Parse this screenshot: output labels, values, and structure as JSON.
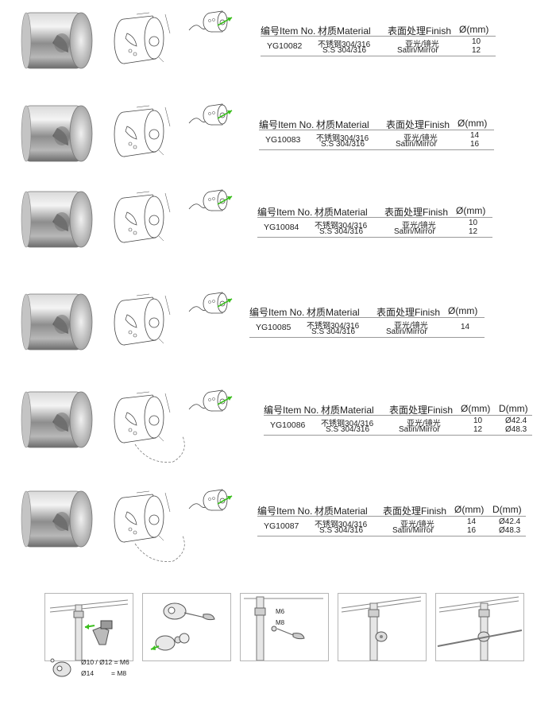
{
  "headers": {
    "item": "编号Item No.",
    "material": "材质Material",
    "finish": "表面处理Finish",
    "diameter": "Ø(mm)",
    "d": "D(mm)"
  },
  "products": [
    {
      "item": "YG10082",
      "mat_cn": "不锈钢304/316",
      "mat_en": "S.S 304/316",
      "fin_cn": "亚光/镜光",
      "fin_en": "Satin/Mirror",
      "dia1": "10",
      "dia2": "12"
    },
    {
      "item": "YG10083",
      "mat_cn": "不锈钢304/316",
      "mat_en": "S.S 304/316",
      "fin_cn": "亚光/镜光",
      "fin_en": "Satin/Mirror",
      "dia1": "14",
      "dia2": "16"
    },
    {
      "item": "YG10084",
      "mat_cn": "不锈钢304/316",
      "mat_en": "S.S 304/316",
      "fin_cn": "亚光/镜光",
      "fin_en": "Satin/Mirror",
      "dia1": "10",
      "dia2": "12"
    },
    {
      "item": "YG10085",
      "mat_cn": "不锈钢304/316",
      "mat_en": "S.S 304/316",
      "fin_cn": "亚光/镜光",
      "fin_en": "Satin/Mirror",
      "dia1": "14",
      "dia2": ""
    },
    {
      "item": "YG10086",
      "mat_cn": "不锈钢304/316",
      "mat_en": "S.S 304/316",
      "fin_cn": "亚光/镜光",
      "fin_en": "Satin/Mirror",
      "dia1": "10",
      "dia2": "12",
      "d1": "Ø42.4",
      "d2": "Ø48.3"
    },
    {
      "item": "YG10087",
      "mat_cn": "不锈钢304/316",
      "mat_en": "S.S 304/316",
      "fin_cn": "亚光/镜光",
      "fin_en": "Satin/Mirror",
      "dia1": "14",
      "dia2": "16",
      "d1": "Ø42.4",
      "d2": "Ø48.3"
    }
  ],
  "install": {
    "m6": "M6",
    "m8": "M8",
    "legend_line1": "Ø10 / Ø12 = M6",
    "legend_line2a": "Ø14",
    "legend_line2b": "= M8"
  },
  "colors": {
    "accent_arrow": "#3cbf1f",
    "rule": "#9a9a9a",
    "text": "#222222"
  }
}
